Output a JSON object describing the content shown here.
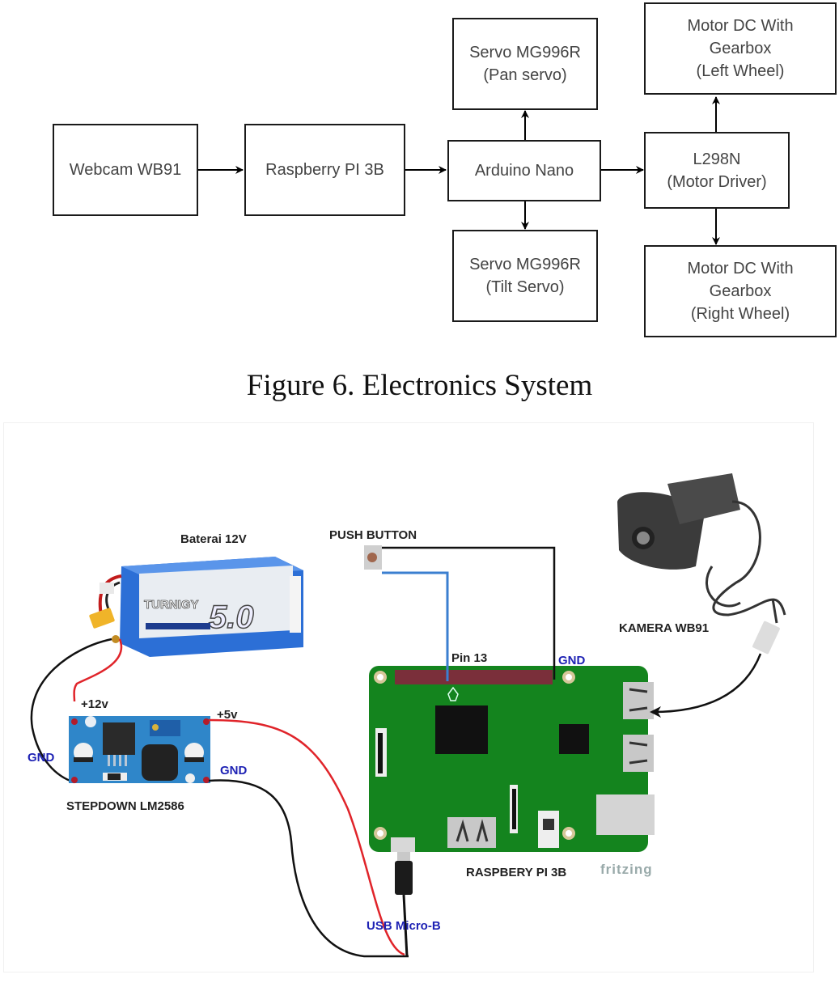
{
  "block_diagram": {
    "blocks": {
      "webcam": "Webcam WB91",
      "raspberry": "Raspberry PI 3B",
      "arduino": "Arduino Nano",
      "pan_servo": "Servo MG996R\n(Pan servo)",
      "tilt_servo": "Servo MG996R\n(Tilt Servo)",
      "motor_driver": "L298N\n(Motor Driver)",
      "left_motor": "Motor DC With\nGearbox\n(Left Wheel)",
      "right_motor": "Motor DC With\nGearbox\n(Right Wheel)"
    },
    "connections": [
      {
        "from": "webcam",
        "to": "raspberry"
      },
      {
        "from": "raspberry",
        "to": "arduino"
      },
      {
        "from": "arduino",
        "to": "pan_servo"
      },
      {
        "from": "arduino",
        "to": "tilt_servo"
      },
      {
        "from": "arduino",
        "to": "motor_driver"
      },
      {
        "from": "motor_driver",
        "to": "left_motor"
      },
      {
        "from": "motor_driver",
        "to": "right_motor"
      }
    ]
  },
  "caption": "Figure  6. Electronics System",
  "wiring": {
    "battery_label": "Baterai 12V",
    "battery_brand": "TURNIGY",
    "battery_capacity": "5.0",
    "stepdown_label": "STEPDOWN LM2586",
    "plus12_label": "+12v",
    "plus5_label": "+5v",
    "gnd_left_label": "GND",
    "gnd_right_label": "GND",
    "push_button_label": "PUSH BUTTON",
    "pin_label": "Pin 13",
    "gnd_pi_label": "GND",
    "camera_label": "KAMERA WB91",
    "pi_label": "RASPBERY PI 3B",
    "usb_label": "USB Micro-B",
    "watermark": "fritzing",
    "colors": {
      "wire_red": "#e0242a",
      "wire_black": "#111111",
      "wire_blue": "#3b7fd0",
      "pi_green": "#14841e",
      "stepdown_blue": "#2f86c9",
      "battery_blue": "#2c6fd6",
      "label_blue": "#1e22b4"
    }
  }
}
